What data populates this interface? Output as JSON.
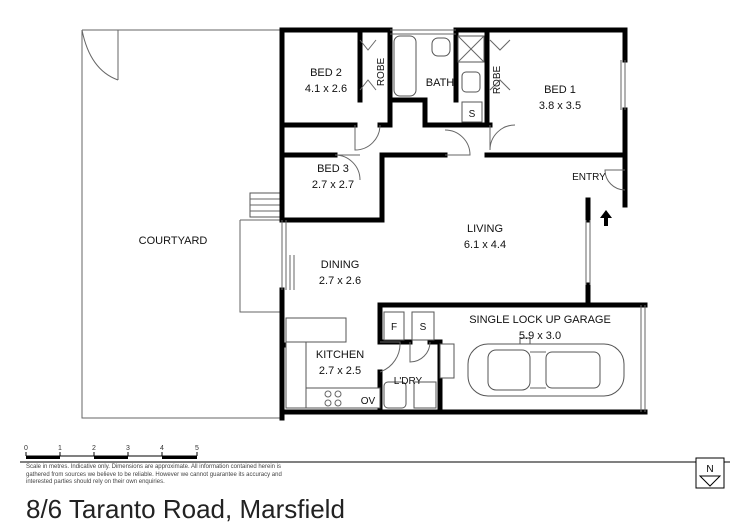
{
  "rooms": {
    "bed2": {
      "name": "BED 2",
      "size": "4.1 x 2.6"
    },
    "bed1": {
      "name": "BED 1",
      "size": "3.8 x 3.5"
    },
    "bed3": {
      "name": "BED 3",
      "size": "2.7 x 2.7"
    },
    "bath": {
      "name": "BATH"
    },
    "robe_left": "ROBE",
    "robe_right": "ROBE",
    "s_bath": "S",
    "entry": "ENTRY",
    "courtyard": "COURTYARD",
    "living": {
      "name": "LIVING",
      "size": "6.1 x 4.4"
    },
    "dining": {
      "name": "DINING",
      "size": "2.7 x 2.6"
    },
    "garage": {
      "name": "SINGLE LOCK UP  GARAGE",
      "size": "5.9 x 3.0"
    },
    "f_label": "F",
    "s_garage": "S",
    "kitchen": {
      "name": "KITCHEN",
      "size": "2.7 x 2.5"
    },
    "laundry": "L'DRY",
    "oven": "OV"
  },
  "scale": {
    "ticks": [
      "0",
      "1",
      "2",
      "3",
      "4",
      "5"
    ],
    "disclaimer": "Scale in metres. Indicative only. Dimensions are approximate. All information contained herein is gathered from sources we believe to be reliable. However we cannot guarantee its accuracy and interested parties should rely on their own enquiries."
  },
  "north": "N",
  "address": "8/6 Taranto Road, Marsfield"
}
